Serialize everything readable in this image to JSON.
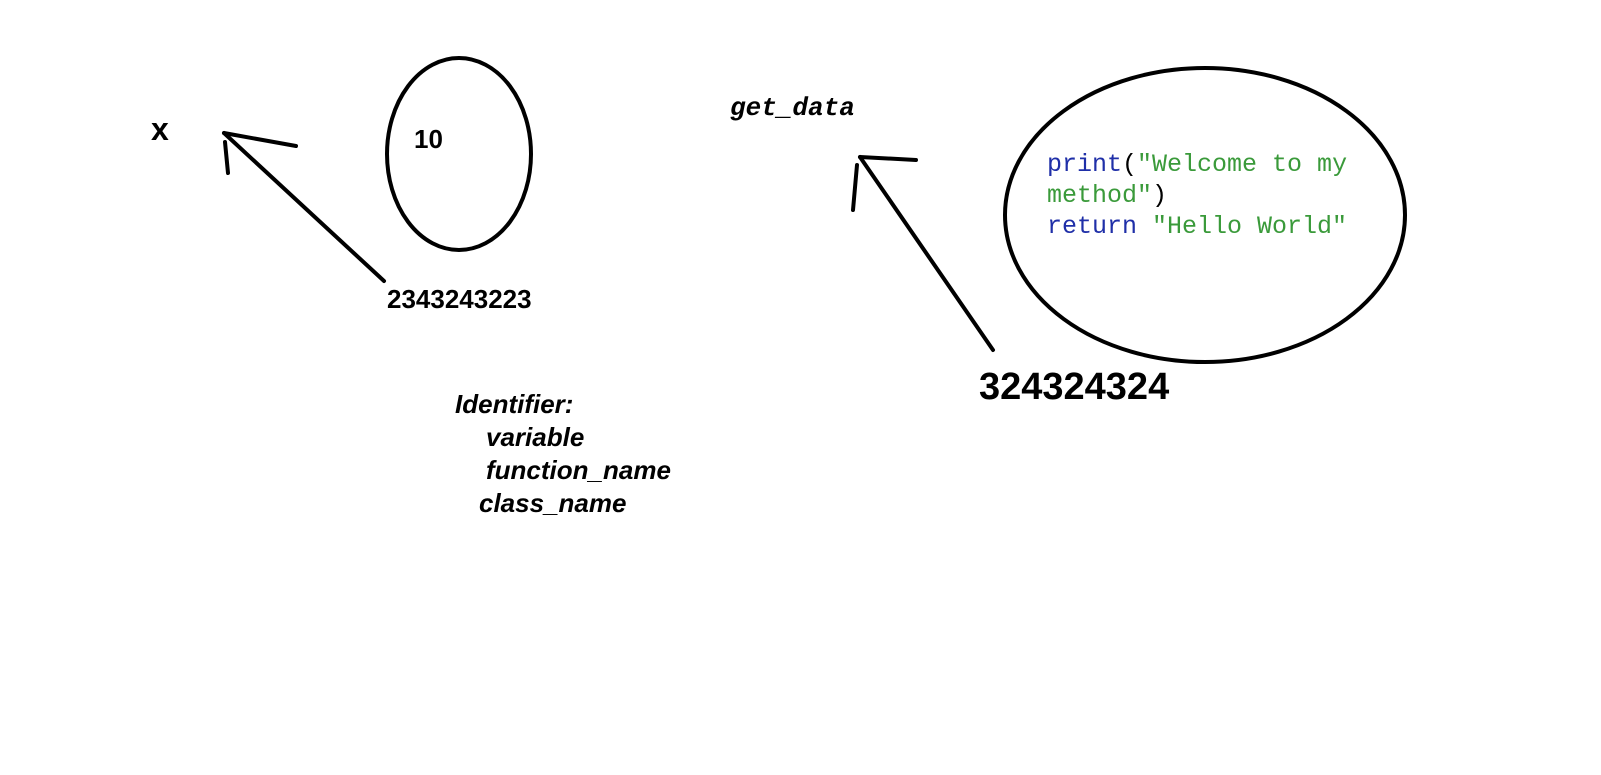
{
  "left_diagram": {
    "variable_name": "x",
    "object_value": "10",
    "object_id": "2343243223"
  },
  "right_diagram": {
    "function_name": "get_data",
    "object_id": "324324324",
    "code": {
      "print_keyword": "print",
      "open_paren": "(",
      "print_string_line1": "\"Welcome to my",
      "print_string_line2": "method\"",
      "close_paren": ")",
      "return_keyword": "return",
      "return_string": "\"Hello World\""
    }
  },
  "identifier_notes": {
    "heading": "Identifier:",
    "items": [
      "variable",
      "function_name",
      "class_name"
    ]
  },
  "colors": {
    "ink": "#000000",
    "code_keyword": "#1f2fa8",
    "code_string": "#3a9a3a",
    "background": "#ffffff"
  }
}
